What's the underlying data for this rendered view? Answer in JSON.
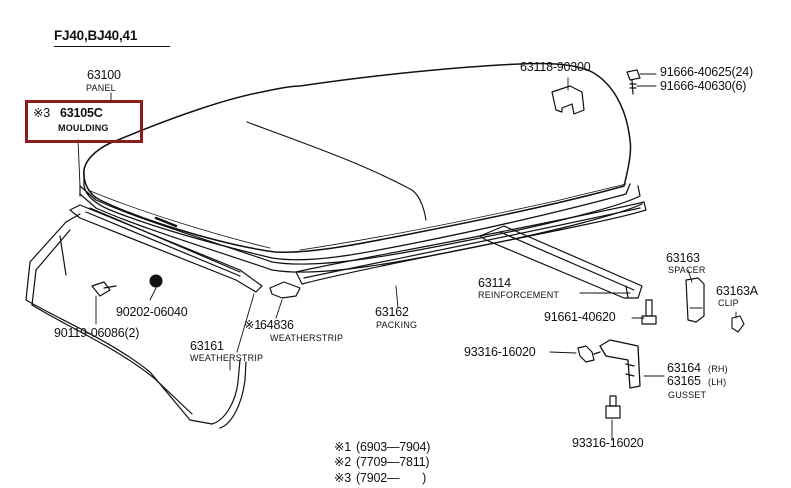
{
  "header": {
    "model": "FJ40,BJ40,41"
  },
  "highlight_color": "#8b1a1a",
  "parts": {
    "panel": {
      "number": "63100",
      "name": "PANEL"
    },
    "moulding": {
      "mark": "※3",
      "number": "63105C",
      "name": "MOULDING"
    },
    "clip_top": {
      "number": "63118-90300"
    },
    "bolt_a": {
      "number": "91666-40625(24)"
    },
    "bolt_b": {
      "number": "91666-40630(6)"
    },
    "reinforcement": {
      "number": "63114",
      "name": "REINFORCEMENT"
    },
    "spacer": {
      "number": "63163",
      "name": "SPACER"
    },
    "clip": {
      "number": "63163A",
      "name": "CLIP"
    },
    "bolt_reinf": {
      "number": "91661-40620"
    },
    "plug": {
      "number": "90202-06040"
    },
    "screw": {
      "number": "90119-06086(2)"
    },
    "weatherstrip_b": {
      "mark": "※1",
      "number": "64836",
      "name": "WEATHERSTRIP"
    },
    "packing": {
      "number": "63162",
      "name": "PACKING"
    },
    "weatherstrip_a": {
      "number": "63161",
      "name": "WEATHERSTRIP"
    },
    "bolt_gusset_l": {
      "number": "93316-16020"
    },
    "gusset": {
      "number_rh": "63164",
      "suffix_rh": "(RH)",
      "number_lh": "63165",
      "suffix_lh": "(LH)",
      "name": "GUSSET"
    },
    "bolt_gusset_b": {
      "number": "93316-16020"
    }
  },
  "footnotes": [
    {
      "mark": "※1",
      "range": "(6903—7904)"
    },
    {
      "mark": "※2",
      "range": "(7709—7811)"
    },
    {
      "mark": "※3",
      "range": "(7902—       )"
    }
  ]
}
